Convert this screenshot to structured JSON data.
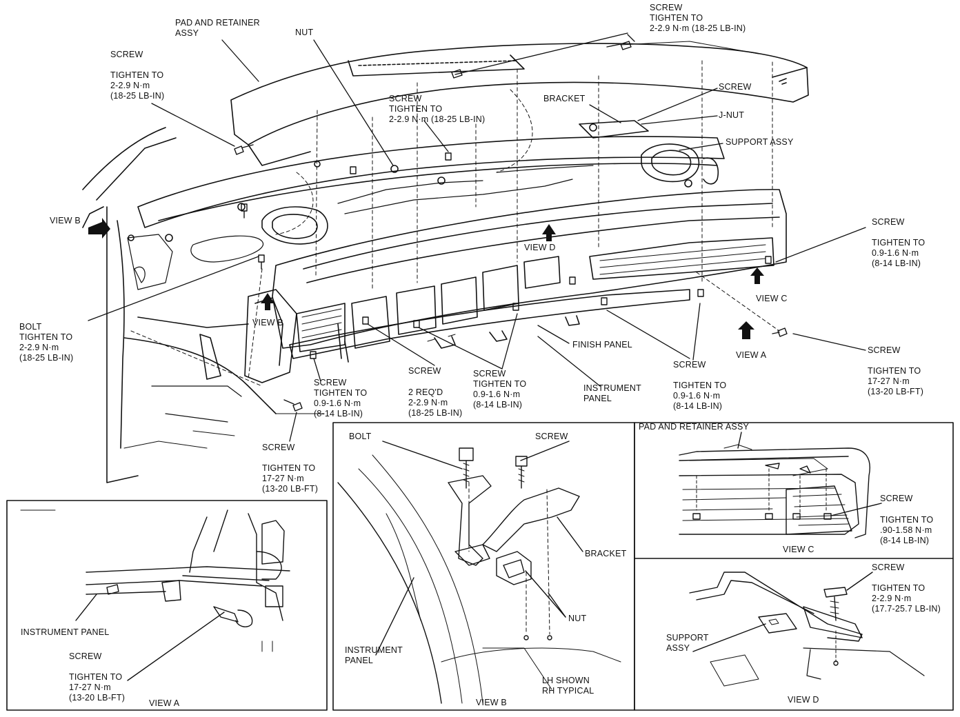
{
  "labels": {
    "pad_retainer": "PAD AND RETAINER\nASSY",
    "nut_top": "NUT",
    "screw_top_right": "SCREW\nTIGHTEN TO\n2-2.9 N·m (18-25 LB-IN)",
    "screw_left": "SCREW",
    "tighten_left": "TIGHTEN TO\n2-2.9 N·m\n(18-25 LB-IN)",
    "screw_center": "SCREW\nTIGHTEN TO\n2-2.9 N·m (18-25 LB-IN)",
    "bracket": "BRACKET",
    "screw_bracket": "SCREW",
    "j_nut": "J-NUT",
    "support_assy": "SUPPORT ASSY",
    "view_b_arrow": "VIEW B",
    "view_d_arrow": "VIEW D",
    "screw_right": "SCREW",
    "tighten_right": "TIGHTEN TO\n0.9-1.6 N·m\n(8-14 LB-IN)",
    "view_c_arrow": "VIEW C",
    "bolt_left": "BOLT\nTIGHTEN TO\n2-2.9 N·m\n(18-25 LB-IN)",
    "view_b_lower": "VIEW B",
    "screw_view_a": "SCREW",
    "tighten_view_a": "TIGHTEN TO\n17-27 N·m\n(13-20 LB-FT)",
    "view_a_arrow": "VIEW A",
    "finish_panel": "FINISH PANEL",
    "screw_lower_mid": "SCREW",
    "tighten_lower_mid": "TIGHTEN TO\n0.9-1.6 N·m\n(8-14 LB-IN)",
    "screw_lower_left": "SCREW\nTIGHTEN TO\n0.9-1.6 N·m\n(8-14 LB-IN)",
    "screw_2req": "SCREW",
    "req_2": "2 REQ'D\n2-2.9 N·m\n(18-25 LB-IN)",
    "screw_lower_center": "SCREW\nTIGHTEN TO\n0.9-1.6 N·m\n(8-14 LB-IN)",
    "instrument_panel_main": "INSTRUMENT\nPANEL",
    "screw_bottom": "SCREW",
    "tighten_bottom": "TIGHTEN TO\n17-27 N·m\n(13-20 LB-FT)"
  },
  "inset_a": {
    "instrument_panel": "INSTRUMENT PANEL",
    "screw": "SCREW",
    "tighten": "TIGHTEN TO\n17-27 N·m\n(13-20 LB-FT)",
    "caption": "VIEW A"
  },
  "inset_b": {
    "bolt": "BOLT",
    "screw": "SCREW",
    "bracket": "BRACKET",
    "nut": "NUT",
    "instrument_panel": "INSTRUMENT\nPANEL",
    "lh_shown": "LH SHOWN\nRH TYPICAL",
    "caption": "VIEW B"
  },
  "inset_c": {
    "pad_retainer": "PAD AND RETAINER ASSY",
    "screw": "SCREW",
    "tighten": "TIGHTEN TO\n.90-1.58 N·m\n(8-14 LB-IN)",
    "caption": "VIEW C"
  },
  "inset_d": {
    "screw": "SCREW",
    "tighten": "TIGHTEN TO\n2-2.9 N·m\n(17.7-25.7 LB-IN)",
    "support": "SUPPORT\nASSY",
    "caption": "VIEW D"
  }
}
